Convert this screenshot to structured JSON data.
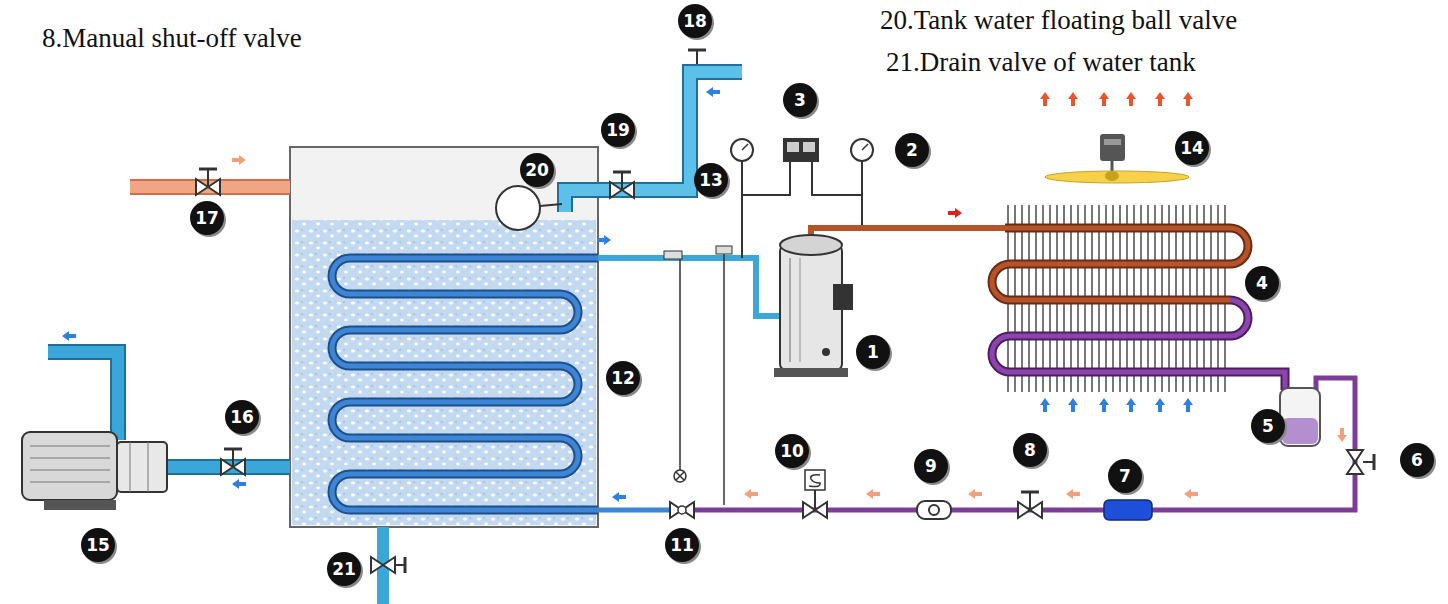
{
  "diagram": {
    "nodes": [
      {
        "text": [
          "18"
        ]
      },
      {
        "text": [
          "3"
        ]
      },
      {
        "text": [
          "14"
        ]
      },
      {
        "text": [
          "13"
        ]
      },
      {
        "text": [
          "2"
        ]
      },
      {
        "text": [
          "19"
        ]
      },
      {
        "text": [
          "20"
        ]
      },
      {
        "text": [
          "17"
        ]
      },
      {
        "text": [
          "4"
        ]
      },
      {
        "text": [
          "1"
        ]
      },
      {
        "text": [
          "12"
        ]
      },
      {
        "text": [
          "16"
        ]
      },
      {
        "text": [
          "5"
        ]
      },
      {
        "text": [
          "10"
        ]
      },
      {
        "text": [
          "8"
        ]
      },
      {
        "text": [
          "6"
        ]
      },
      {
        "text": [
          "9"
        ]
      },
      {
        "text": [
          "7"
        ]
      },
      {
        "text": [
          "11"
        ]
      },
      {
        "text": [
          "15"
        ]
      },
      {
        "text": [
          "21"
        ]
      }
    ],
    "labels": [
      "8.Manual shut-off valve",
      "20.Tank water floating ball valve",
      "21.Drain valve of water tank"
    ]
  }
}
